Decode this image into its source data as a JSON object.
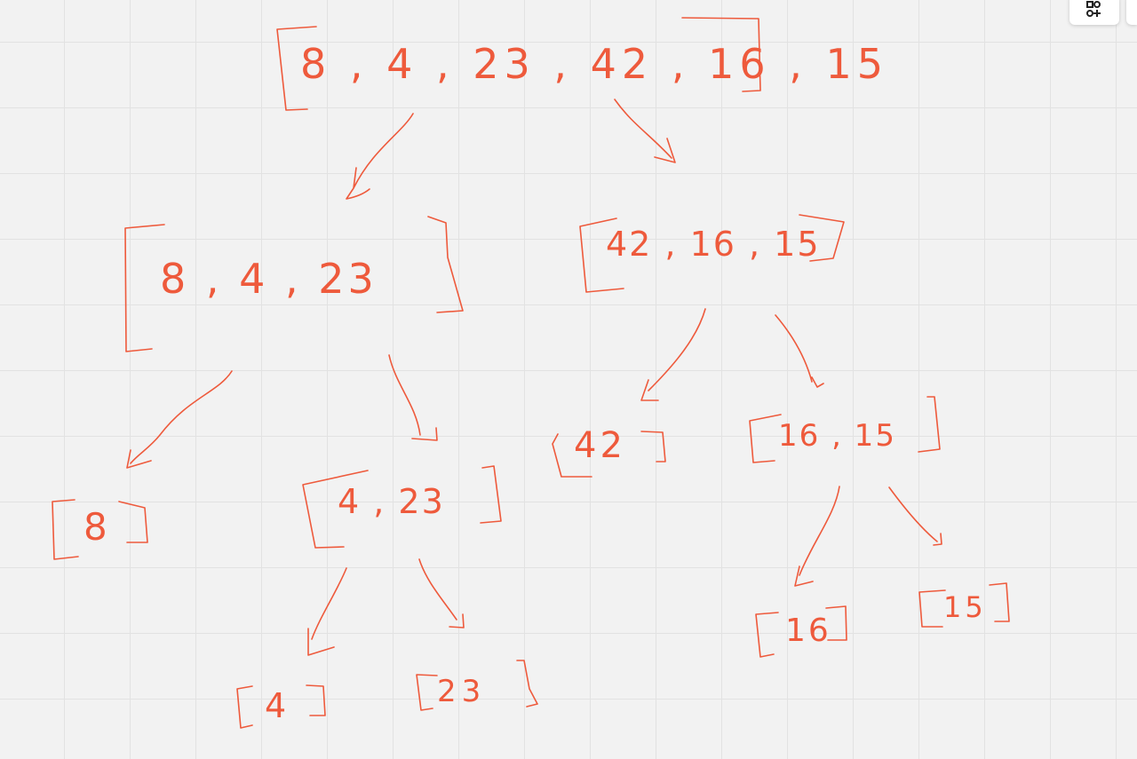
{
  "toolbar": {
    "add_button_icon": "shapes-add-icon"
  },
  "colors": {
    "ink": "#ee5a3c",
    "background": "#f2f2f2",
    "grid": "#e2e2e2"
  },
  "nodes": {
    "root": "8 , 4 , 23 , 42 , 16 , 15",
    "left": "8 , 4 , 23",
    "right": "42 , 16 , 15",
    "left_left": "8",
    "left_right": "4 , 23",
    "right_left": "42",
    "right_right": "16 , 15",
    "lr_left": "4",
    "lr_right": "23",
    "rr_left": "16",
    "rr_right": "15"
  }
}
